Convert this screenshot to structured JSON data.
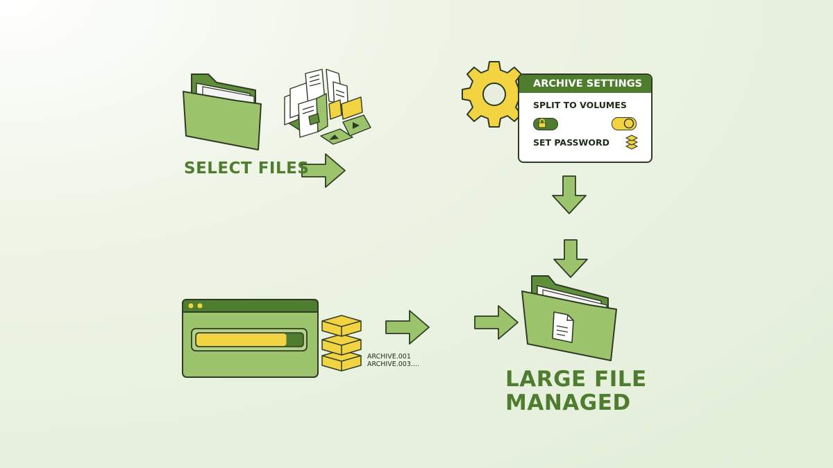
{
  "steps": {
    "select": {
      "label": "SELECT FILES"
    },
    "settings": {
      "title": "ARCHIVE SETTINGS",
      "split_label": "SPLIT TO VOLUMES",
      "password_label": "SET PASSWORD"
    },
    "progress": {
      "level": 0.9,
      "volumes": [
        "ARCHIVE.001",
        "ARCHIVE.003...."
      ]
    },
    "result": {
      "line1": "LARGE FILE",
      "line2": "MANAGED"
    }
  },
  "colors": {
    "green_dark": "#4f7d2f",
    "green_fill": "#9cc46c",
    "yellow": "#f2d342",
    "outline": "#2f3a24",
    "background": "#e8f1de"
  },
  "icons": [
    "folder-icon",
    "scattered-files-icon",
    "gear-icon",
    "lock-icon",
    "stack-icon",
    "progress-window-icon",
    "archive-stack-icon",
    "arrow-right-icon",
    "arrow-down-icon",
    "document-icon"
  ]
}
